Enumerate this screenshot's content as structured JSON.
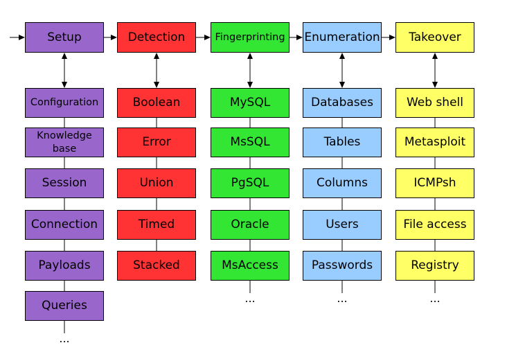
{
  "colors": {
    "setup": "#9966cc",
    "detection": "#ff3333",
    "fingerprinting": "#33e633",
    "enumeration": "#99ccff",
    "takeover": "#ffff66",
    "line": "#000000"
  },
  "columns": [
    {
      "key": "setup",
      "header": "Setup",
      "items": [
        "Configuration",
        "Knowledge base",
        "Session",
        "Connection",
        "Payloads",
        "Queries"
      ],
      "more": "..."
    },
    {
      "key": "detection",
      "header": "Detection",
      "items": [
        "Boolean",
        "Error",
        "Union",
        "Timed",
        "Stacked"
      ],
      "more": ""
    },
    {
      "key": "fingerprinting",
      "header": "Fingerprinting",
      "items": [
        "MySQL",
        "MsSQL",
        "PgSQL",
        "Oracle",
        "MsAccess"
      ],
      "more": "..."
    },
    {
      "key": "enumeration",
      "header": "Enumeration",
      "items": [
        "Databases",
        "Tables",
        "Columns",
        "Users",
        "Passwords"
      ],
      "more": "..."
    },
    {
      "key": "takeover",
      "header": "Takeover",
      "items": [
        "Web shell",
        "Metasploit",
        "ICMPsh",
        "File access",
        "Registry"
      ],
      "more": "..."
    }
  ]
}
